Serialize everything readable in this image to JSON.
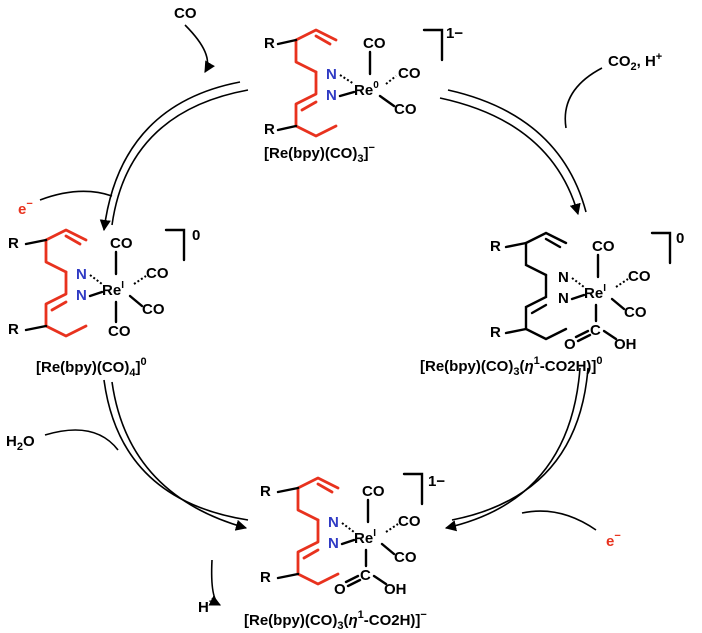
{
  "reagents": {
    "co_top_left": "CO",
    "co2_h": "CO",
    "co2_sub": "2",
    "co2_tail": ", H",
    "co2_plus": "+",
    "e_left": "e",
    "e_left_sup": "−",
    "h2o": "H",
    "h2o_sub": "2",
    "h2o_tail": "O",
    "h_bottom": "H",
    "h_bottom_sup": "+",
    "e_right": "e",
    "e_right_sup": "−"
  },
  "complexes": {
    "top": {
      "charge": "1−",
      "metal": "Re",
      "ox": "0",
      "label_parts": [
        "[Re(bpy)(CO)",
        "3",
        "]",
        "−"
      ]
    },
    "left": {
      "charge": "0",
      "metal": "Re",
      "ox": "I",
      "label_parts": [
        "[Re(bpy)(CO)",
        "4",
        "]",
        "0"
      ]
    },
    "right": {
      "charge": "0",
      "metal": "Re",
      "ox": "I",
      "label_parts": [
        "[Re(bpy)(CO)",
        "3",
        "(",
        "η",
        "1",
        "-CO2H)]",
        "0"
      ]
    },
    "bottom": {
      "charge": "1−",
      "metal": "Re",
      "ox": "I",
      "label_parts": [
        "[Re(bpy)(CO)",
        "3",
        "(",
        "η",
        "1",
        "-CO2H)]",
        "−"
      ]
    }
  },
  "atoms": {
    "N": "N",
    "R": "R",
    "CO": "CO",
    "C": "C",
    "O": "O",
    "OH": "OH"
  },
  "colors": {
    "bpy_ring": "#e8321e",
    "nitrogen": "#2f3ac4",
    "electron": "#e8321e"
  }
}
